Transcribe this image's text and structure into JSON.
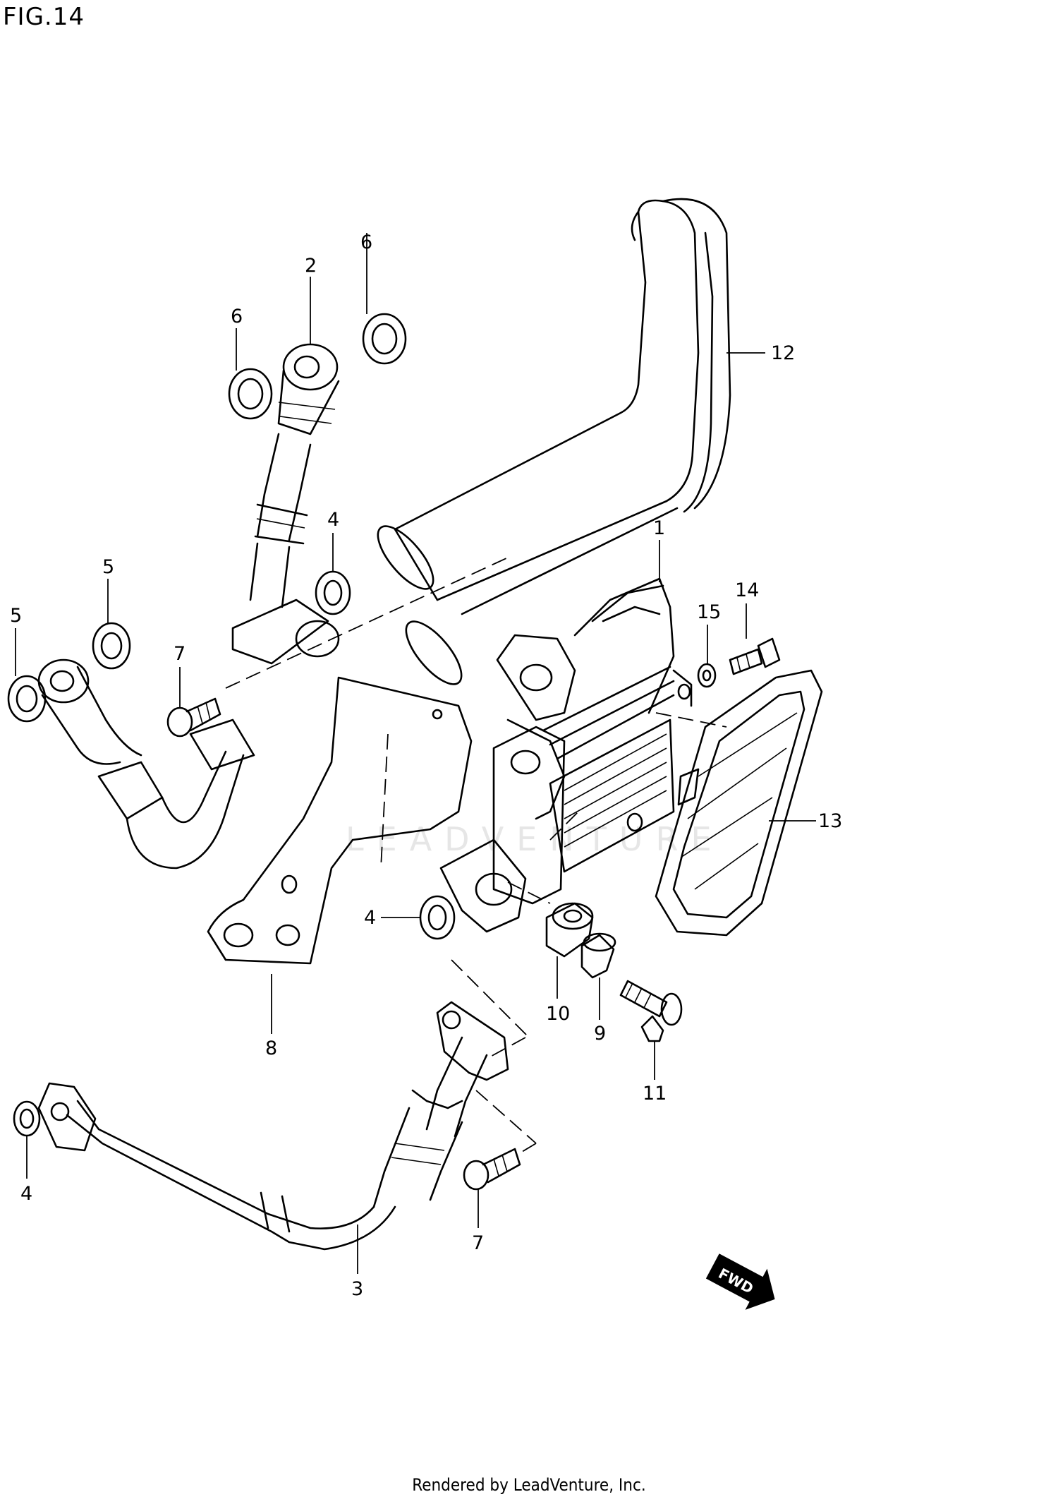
{
  "figure": {
    "title": "FIG.14"
  },
  "footer": {
    "text": "Rendered by LeadVenture, Inc."
  },
  "watermark": {
    "text": "LEADVENTURE"
  },
  "direction_tag": {
    "text": "FWD"
  },
  "callouts": [
    {
      "id": "c2",
      "label": "2"
    },
    {
      "id": "c6a",
      "label": "6"
    },
    {
      "id": "c6b",
      "label": "6"
    },
    {
      "id": "c12",
      "label": "12"
    },
    {
      "id": "c1",
      "label": "1"
    },
    {
      "id": "c4a",
      "label": "4"
    },
    {
      "id": "c5a",
      "label": "5"
    },
    {
      "id": "c5b",
      "label": "5"
    },
    {
      "id": "c7a",
      "label": "7"
    },
    {
      "id": "c14",
      "label": "14"
    },
    {
      "id": "c15",
      "label": "15"
    },
    {
      "id": "c13",
      "label": "13"
    },
    {
      "id": "c4b",
      "label": "4"
    },
    {
      "id": "c10",
      "label": "10"
    },
    {
      "id": "c9",
      "label": "9"
    },
    {
      "id": "c8",
      "label": "8"
    },
    {
      "id": "c11",
      "label": "11"
    },
    {
      "id": "c4c",
      "label": "4"
    },
    {
      "id": "c7b",
      "label": "7"
    },
    {
      "id": "c3",
      "label": "3"
    }
  ]
}
